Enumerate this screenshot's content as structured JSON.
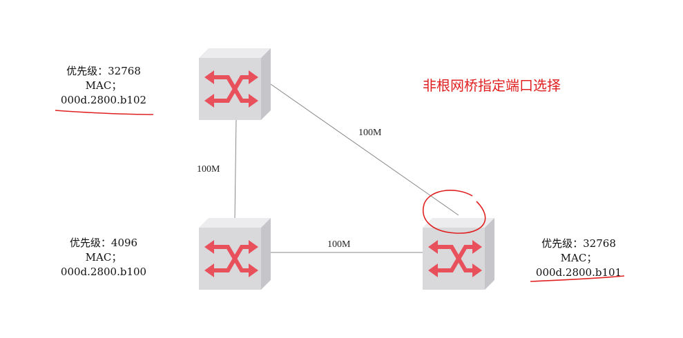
{
  "title": "非根网桥指定端口选择",
  "colors": {
    "annotation": "#e02020",
    "switch_face": "#d9d8db",
    "switch_arrow": "#e8505b",
    "link": "#888888"
  },
  "switches": [
    {
      "id": "top",
      "priority": "优先级：32768",
      "mac_label": "MAC；",
      "mac": "000d.2800.b102",
      "mac_underlined": true,
      "icon": "switch-icon"
    },
    {
      "id": "left",
      "priority": "优先级：4096",
      "mac_label": "MAC；",
      "mac": "000d.2800.b100",
      "mac_underlined": false,
      "icon": "switch-icon"
    },
    {
      "id": "right",
      "priority": "优先级：32768",
      "mac_label": "MAC；",
      "mac": "000d.2800.b101",
      "mac_underlined": true,
      "icon": "switch-icon"
    }
  ],
  "links": [
    {
      "from": "top",
      "to": "left",
      "label": "100M"
    },
    {
      "from": "top",
      "to": "right",
      "label": "100M"
    },
    {
      "from": "left",
      "to": "right",
      "label": "100M"
    }
  ]
}
